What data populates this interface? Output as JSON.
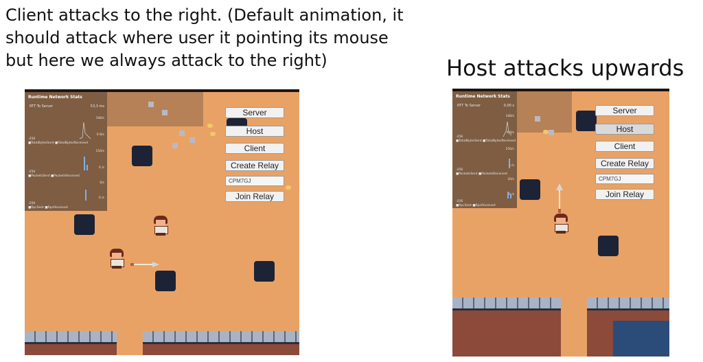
{
  "captions": {
    "left": "Client attacks to the right. (Default animation, it should attack where user it pointing its mouse but here we always attack to the right)",
    "right": "Host attacks upwards"
  },
  "panels": [
    {
      "stats": {
        "title": "Runtime Network Stats",
        "rtt_label": "RTT To Server",
        "rtt_value": "53,3 ms",
        "bytes_tick": "1kB/s",
        "bytes_tick2": "0 B/s",
        "bytes_neg": "-256",
        "bytes_legend": "■TotalBytesSent  ■TotalBytesReceived",
        "packets_tick": "150/s",
        "packets_tick2": "0 /s",
        "packets_neg": "-256",
        "packets_legend": "■PacketsSent  ■PacketsReceived",
        "rpc_tick": "6/s",
        "rpc_tick2": "0 /s",
        "rpc_neg": "-256",
        "rpc_legend": "■RpcSent  ■RpcReceived"
      },
      "menu": {
        "server": "Server",
        "host": "Host",
        "client": "Client",
        "create_relay": "Create Relay",
        "join_code": "CPM7GJ",
        "join_relay": "Join Relay"
      }
    },
    {
      "stats": {
        "title": "Runtime Network Stats",
        "rtt_label": "RTT To Server",
        "rtt_value": "0,00 s",
        "bytes_tick": "1kB/s",
        "bytes_tick2": "0 B/s",
        "bytes_neg": "-256",
        "bytes_legend": "■TotalBytesSent  ■TotalBytesReceived",
        "packets_tick": "150/s",
        "packets_tick2": "0 /s",
        "packets_neg": "-256",
        "packets_legend": "■PacketsSent  ■PacketsReceived",
        "rpc_tick": "20/s",
        "rpc_tick2": "0 /s",
        "rpc_neg": "-256",
        "rpc_legend": "■RpcSent  ■RpcReceived"
      },
      "menu": {
        "server": "Server",
        "host": "Host",
        "client": "Client",
        "create_relay": "Create Relay",
        "join_code": "CPM7GJ",
        "join_relay": "Join Relay"
      }
    }
  ],
  "icons": {
    "player": "player-character-icon",
    "arrow": "arrow-projectile-icon",
    "box": "metal-crate-icon",
    "coin": "gold-coin-icon",
    "wall": "stone-wall-icon"
  },
  "colors": {
    "ground": "#e9a265",
    "overlay": "#3c322d",
    "crate": "#1c2336",
    "wall_top": "#a8b4c6",
    "wall_brick": "#8b4a3a",
    "water": "#2b4c78"
  }
}
